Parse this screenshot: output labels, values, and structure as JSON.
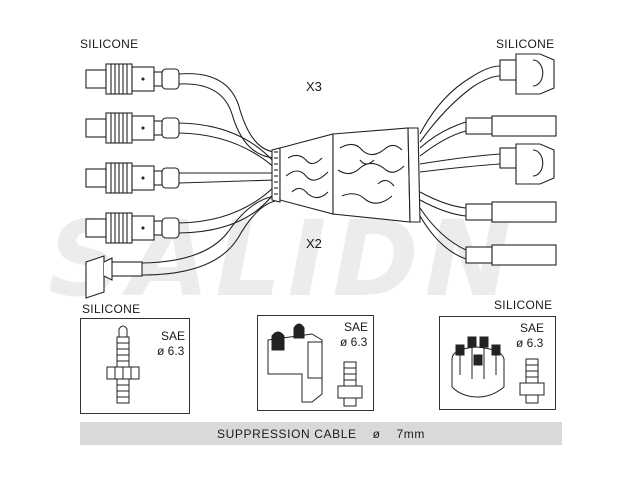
{
  "watermark": "SALIDN",
  "labels": {
    "top_left": "SILICONE",
    "top_right": "SILICONE",
    "bottom_left": "SILICONE",
    "bottom_right": "SILICONE",
    "mult_top": "X3",
    "mult_bottom": "X2"
  },
  "boxes": [
    {
      "sae": "SAE",
      "size": "ø 6.3"
    },
    {
      "sae": "SAE",
      "size": "ø 6.3"
    },
    {
      "sae": "SAE",
      "size": "ø 6.3"
    }
  ],
  "footer": {
    "label": "SUPPRESSION CABLE",
    "diameter_symbol": "ø",
    "diameter": "7mm"
  }
}
